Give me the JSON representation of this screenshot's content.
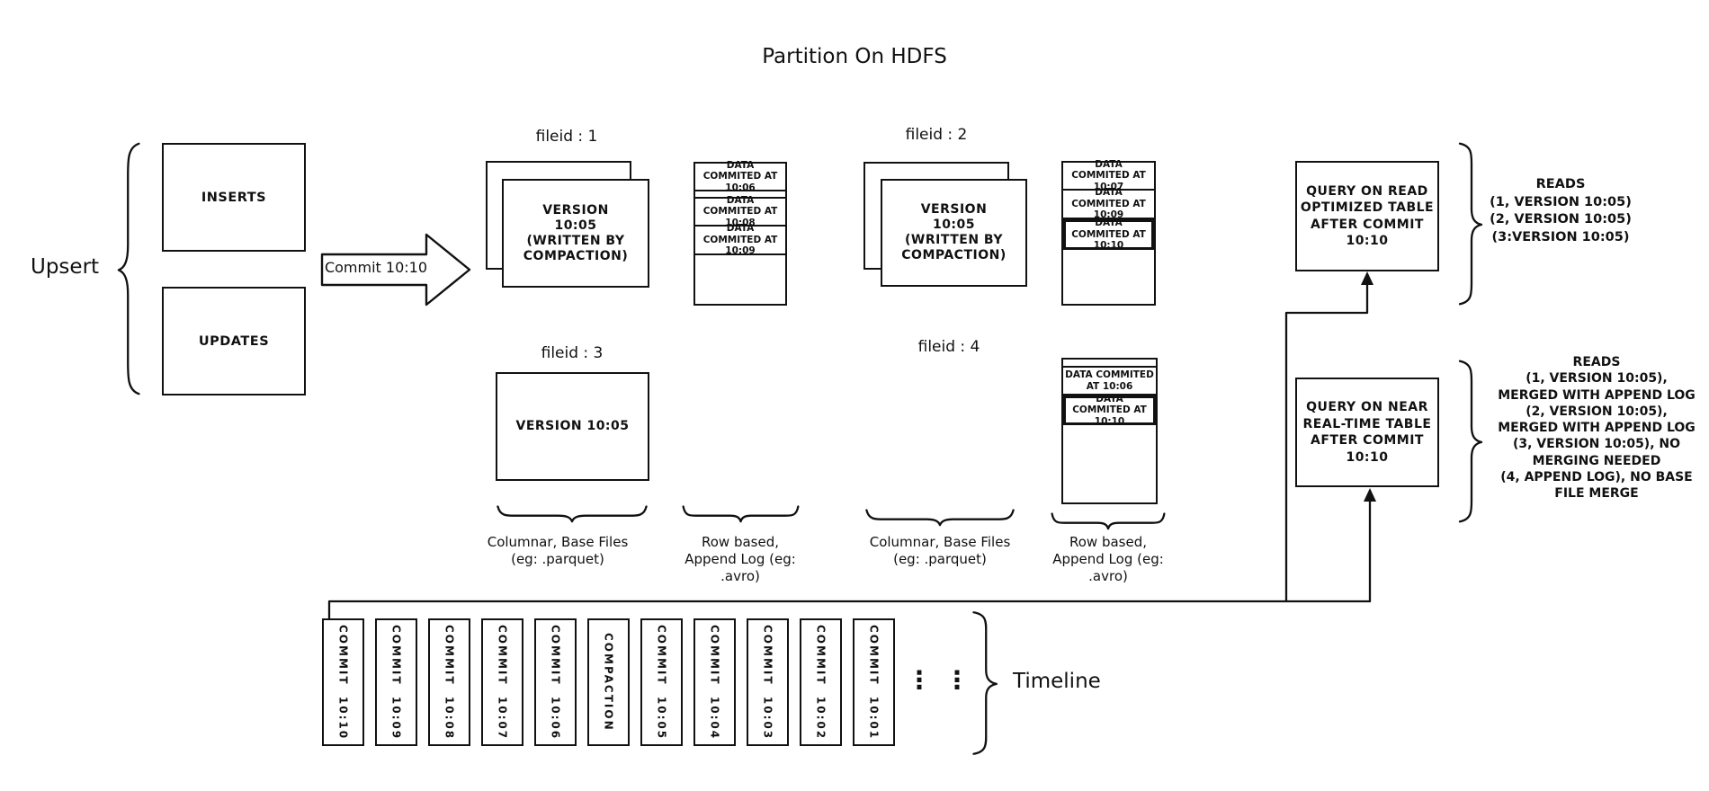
{
  "colors": {
    "ink": "#111111",
    "background": "#ffffff"
  },
  "title": "Partition On HDFS",
  "upsert": {
    "label": "Upsert",
    "inserts": "INSERTS",
    "updates": "UPDATES"
  },
  "commit_arrow": {
    "label": "Commit 10:10"
  },
  "filegroups": {
    "fg1": {
      "label": "fileid : 1",
      "base": "VERSION 10:05 (WRITTEN BY COMPACTION)"
    },
    "fg2": {
      "label": "fileid : 2",
      "base": "VERSION 10:05 (WRITTEN BY COMPACTION)"
    },
    "fg3": {
      "label": "fileid : 3",
      "base": "VERSION 10:05"
    },
    "fg4": {
      "label": "fileid : 4"
    }
  },
  "logs": {
    "log1": {
      "cells": [
        {
          "text": "DATA COMMITED AT 10:06",
          "thick": false
        },
        {
          "text": "DATA COMMITED AT 10:08",
          "thick": false
        },
        {
          "text": "DATA COMMITED AT 10:09",
          "thick": false
        }
      ]
    },
    "log2": {
      "cells": [
        {
          "text": "DATA COMMITED AT 10:07",
          "thick": false
        },
        {
          "text": "DATA COMMITED AT 10:09",
          "thick": false
        },
        {
          "text": "DATA COMMITED AT 10:10",
          "thick": true
        }
      ]
    },
    "log4": {
      "cells": [
        {
          "text": "DATA COMMITED AT 10:06",
          "thick": false
        },
        {
          "text": "DATA COMMITED AT 10:10",
          "thick": true
        }
      ]
    }
  },
  "column_labels": {
    "columnar": {
      "line1": "Columnar, Base Files",
      "line2": "(eg: .parquet)"
    },
    "rowbased": {
      "line1": "Row based,",
      "line2": "Append Log (eg:",
      "line3": ".avro)"
    }
  },
  "queries": {
    "read_optimized": {
      "lines": [
        "QUERY ON READ",
        "OPTIMIZED TABLE",
        "AFTER COMMIT",
        "10:10"
      ],
      "reads": [
        "READS",
        "(1, VERSION 10:05)",
        "(2, VERSION 10:05)",
        "(3:VERSION 10:05)"
      ]
    },
    "near_realtime": {
      "lines": [
        "QUERY ON NEAR",
        "REAL-TIME TABLE",
        "AFTER COMMIT",
        "10:10"
      ],
      "reads": [
        "READS",
        "(1, VERSION 10:05),",
        "MERGED WITH APPEND LOG",
        "(2, VERSION 10:05),",
        "MERGED WITH APPEND LOG",
        "(3, VERSION 10:05), NO",
        "MERGING NEEDED",
        "(4, APPEND LOG), NO BASE",
        "FILE MERGE"
      ]
    }
  },
  "timeline": {
    "label": "Timeline",
    "ellipsis": "⋮",
    "items": [
      "COMMIT  10:10",
      "COMMIT  10:09",
      "COMMIT  10:08",
      "COMMIT  10:07",
      "COMMIT  10:06",
      "COMPACTION",
      "COMMIT  10:05",
      "COMMIT  10:04",
      "COMMIT  10:03",
      "COMMIT  10:02",
      "COMMIT  10:01"
    ]
  }
}
